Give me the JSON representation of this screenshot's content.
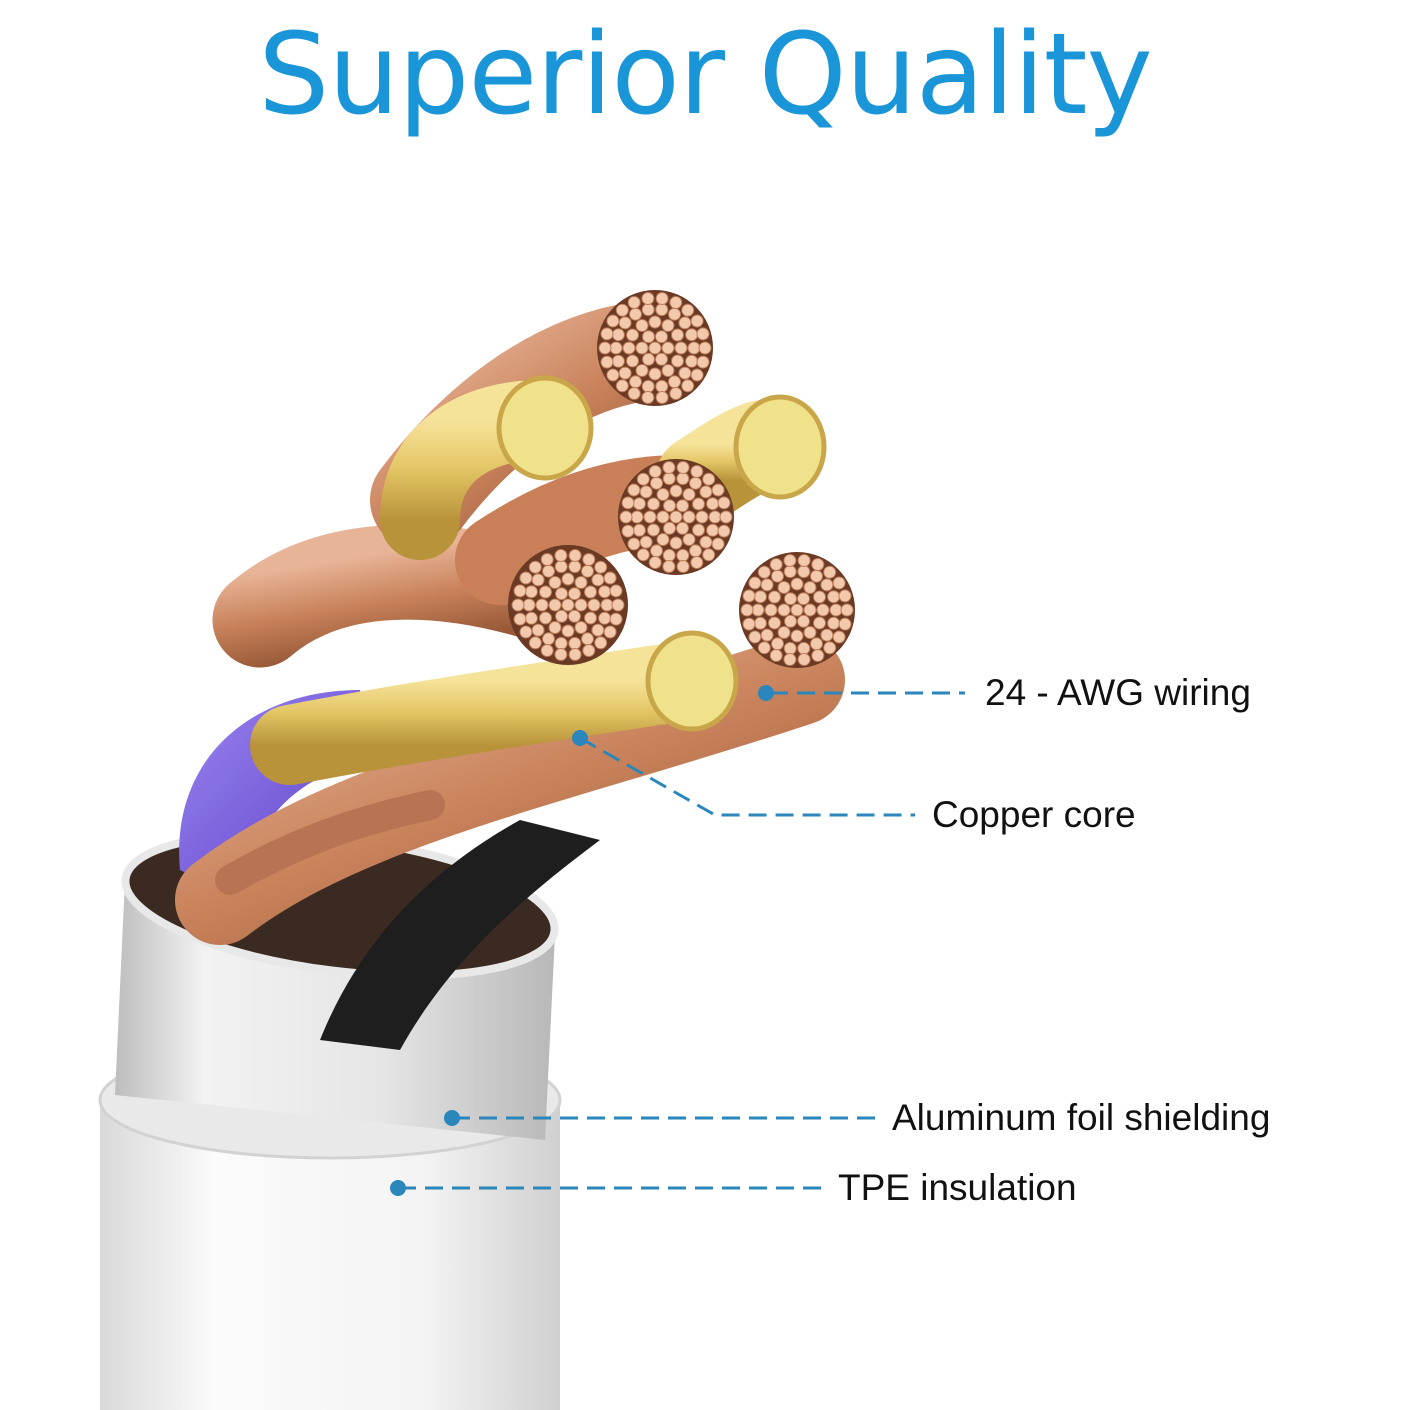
{
  "title": "Superior Quality",
  "callouts": {
    "awg": "24 - AWG wiring",
    "copper": "Copper core",
    "foil": "Aluminum foil shielding",
    "tpe": "TPE insulation"
  },
  "colors": {
    "title": "#1a96d8",
    "leader": "#2a86bb",
    "copper": "#c9835c",
    "gold": "#e9d27a",
    "purple": "#7b5ce0",
    "jacket": "#f2f2f2"
  }
}
